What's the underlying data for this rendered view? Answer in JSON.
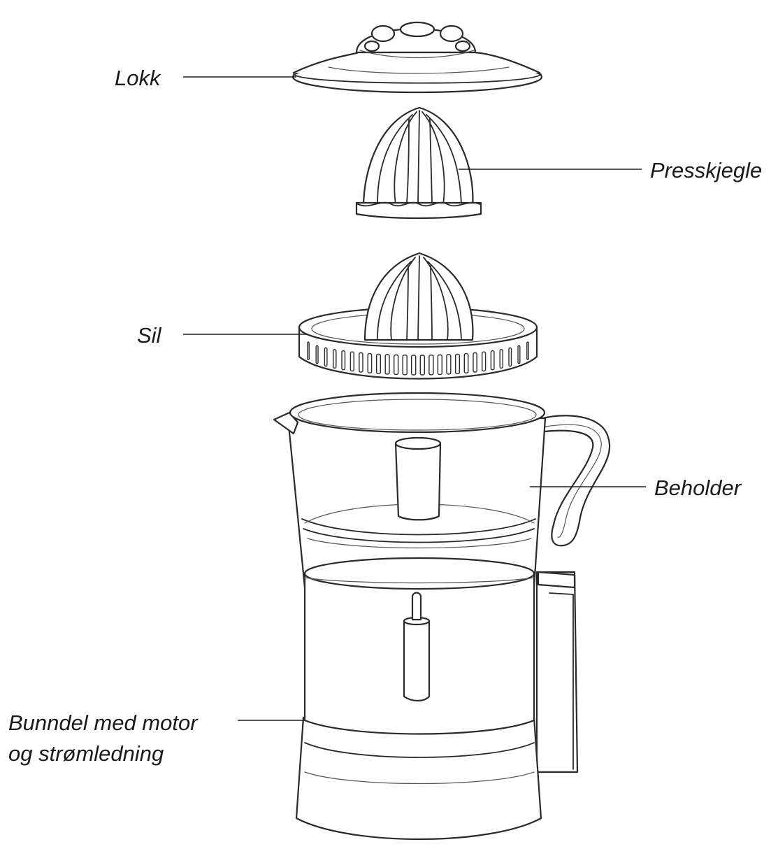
{
  "diagram": {
    "labels": {
      "lid": "Lokk",
      "press_cone": "Presskjegle",
      "strainer": "Sil",
      "container": "Beholder",
      "base_line1": "Bunndel med motor",
      "base_line2": "og strømledning"
    },
    "colors": {
      "line": "#2a2a2a",
      "background": "#ffffff",
      "text": "#1a1a1a"
    }
  }
}
